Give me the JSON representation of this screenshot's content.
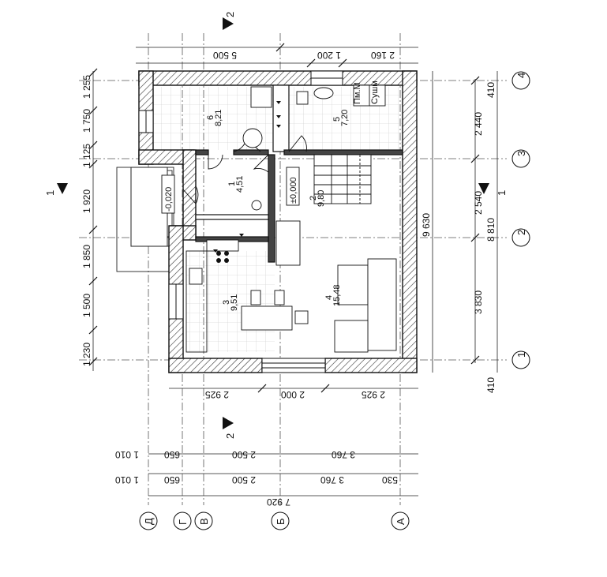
{
  "section_marks": {
    "top": "2",
    "bottom": "2",
    "left": "1",
    "right": "1"
  },
  "axes_numbers": [
    "4",
    "3",
    "2",
    "1"
  ],
  "axes_letters": [
    "Д",
    "Г",
    "В",
    "Б",
    "А"
  ],
  "left_dims": [
    "1 255",
    "1 750",
    "1 125",
    "1 920",
    "1 850",
    "1 500",
    "1 230"
  ],
  "right_dims_inner": [
    "2 440",
    "2 540",
    "3 830"
  ],
  "right_dims_outer": [
    "410",
    "8 810",
    "410"
  ],
  "right_overall": "9 630",
  "top_dims": [
    "5 500",
    "1 200",
    "2 160"
  ],
  "bottom_dims": [
    "2 925",
    "2 000",
    "2 925"
  ],
  "bottom_row1": [
    "1 010",
    "650",
    "2 500",
    "3 760"
  ],
  "bottom_row2": [
    "1 010",
    "650",
    "2 500",
    "3 760",
    "530"
  ],
  "bottom_overall": "7 920",
  "levels": {
    "floor": "±0,000",
    "porch": "-0,020"
  },
  "rooms": [
    {
      "num": "1",
      "area": "4,51"
    },
    {
      "num": "2",
      "area": "9,80"
    },
    {
      "num": "3",
      "area": "9,51"
    },
    {
      "num": "4",
      "area": "15,48"
    },
    {
      "num": "5",
      "area": "7,20"
    },
    {
      "num": "6",
      "area": "8,21"
    }
  ],
  "appliance_labels": [
    "Пм.М",
    "Сушм"
  ]
}
